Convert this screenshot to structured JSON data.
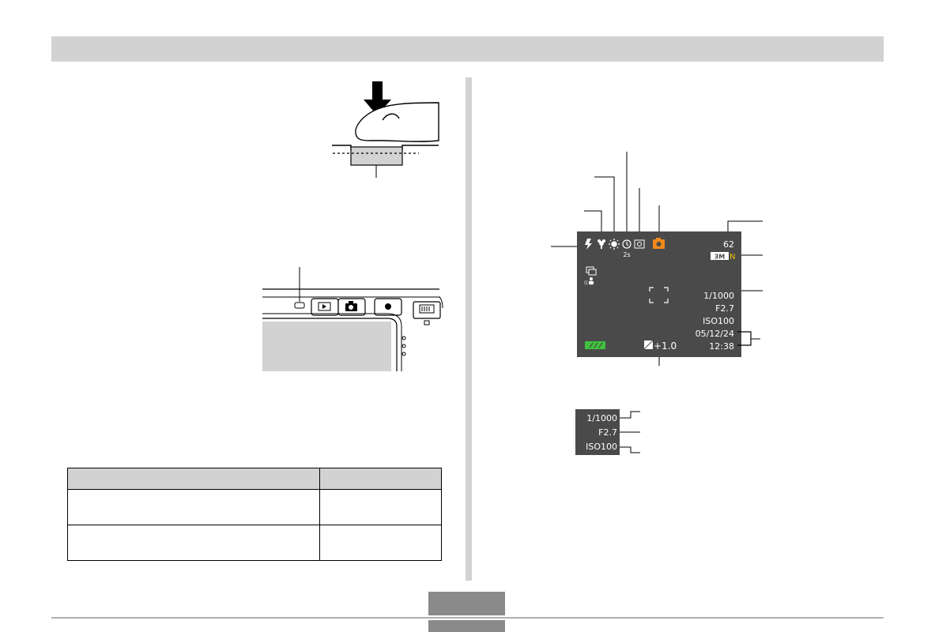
{
  "lcd": {
    "shots_remaining": "62",
    "self_timer_seconds": "2s",
    "size_label": "3M",
    "quality_label": "N",
    "shutter_speed": "1/1000",
    "aperture": "F2.7",
    "iso": "ISO100",
    "date": "05/12/24",
    "time": "12:38",
    "exposure_comp": "+1.0"
  },
  "lcd_detail": {
    "shutter_speed": "1/1000",
    "aperture": "F2.7",
    "iso": "ISO100"
  },
  "colors": {
    "header_bar": "#d2d2d2",
    "page_tab": "#8a8a8a",
    "lcd_background": "#4a4a4a",
    "record_mode_icon": "#f08a1c",
    "battery": "#3ec13e",
    "quality_label": "#f0c000"
  }
}
